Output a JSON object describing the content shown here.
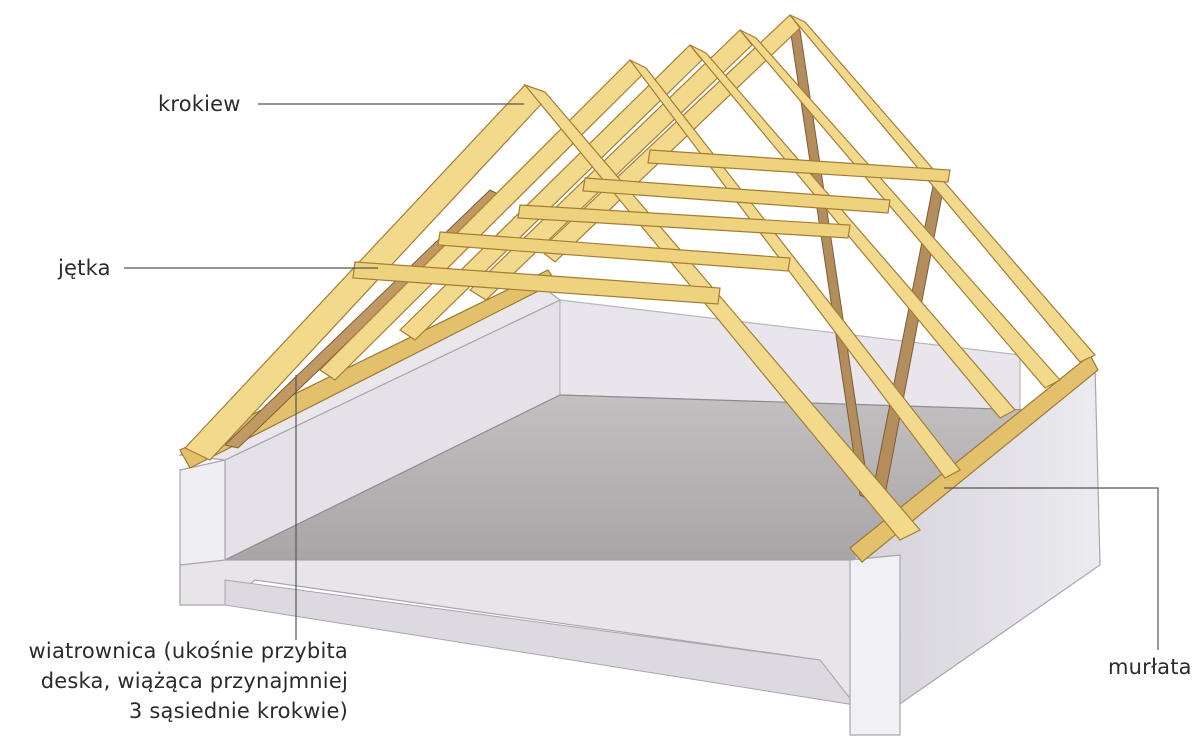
{
  "labels": {
    "krokiew": "krokiew",
    "jetka": "jętka",
    "murlata": "murłata",
    "wiatrownica": [
      "wiatrownica (ukośnie przybita",
      "deska, wiążąca przynajmniej",
      "3 sąsiednie krokwie)"
    ]
  },
  "colors": {
    "timber": "#f3d98c",
    "timber_dark": "#c9a24f",
    "brace": "#b7905f",
    "wall": "#eae8ee",
    "wall_shadow": "#cfccd4",
    "floor": "#b5b1b3",
    "leader": "#555555"
  }
}
